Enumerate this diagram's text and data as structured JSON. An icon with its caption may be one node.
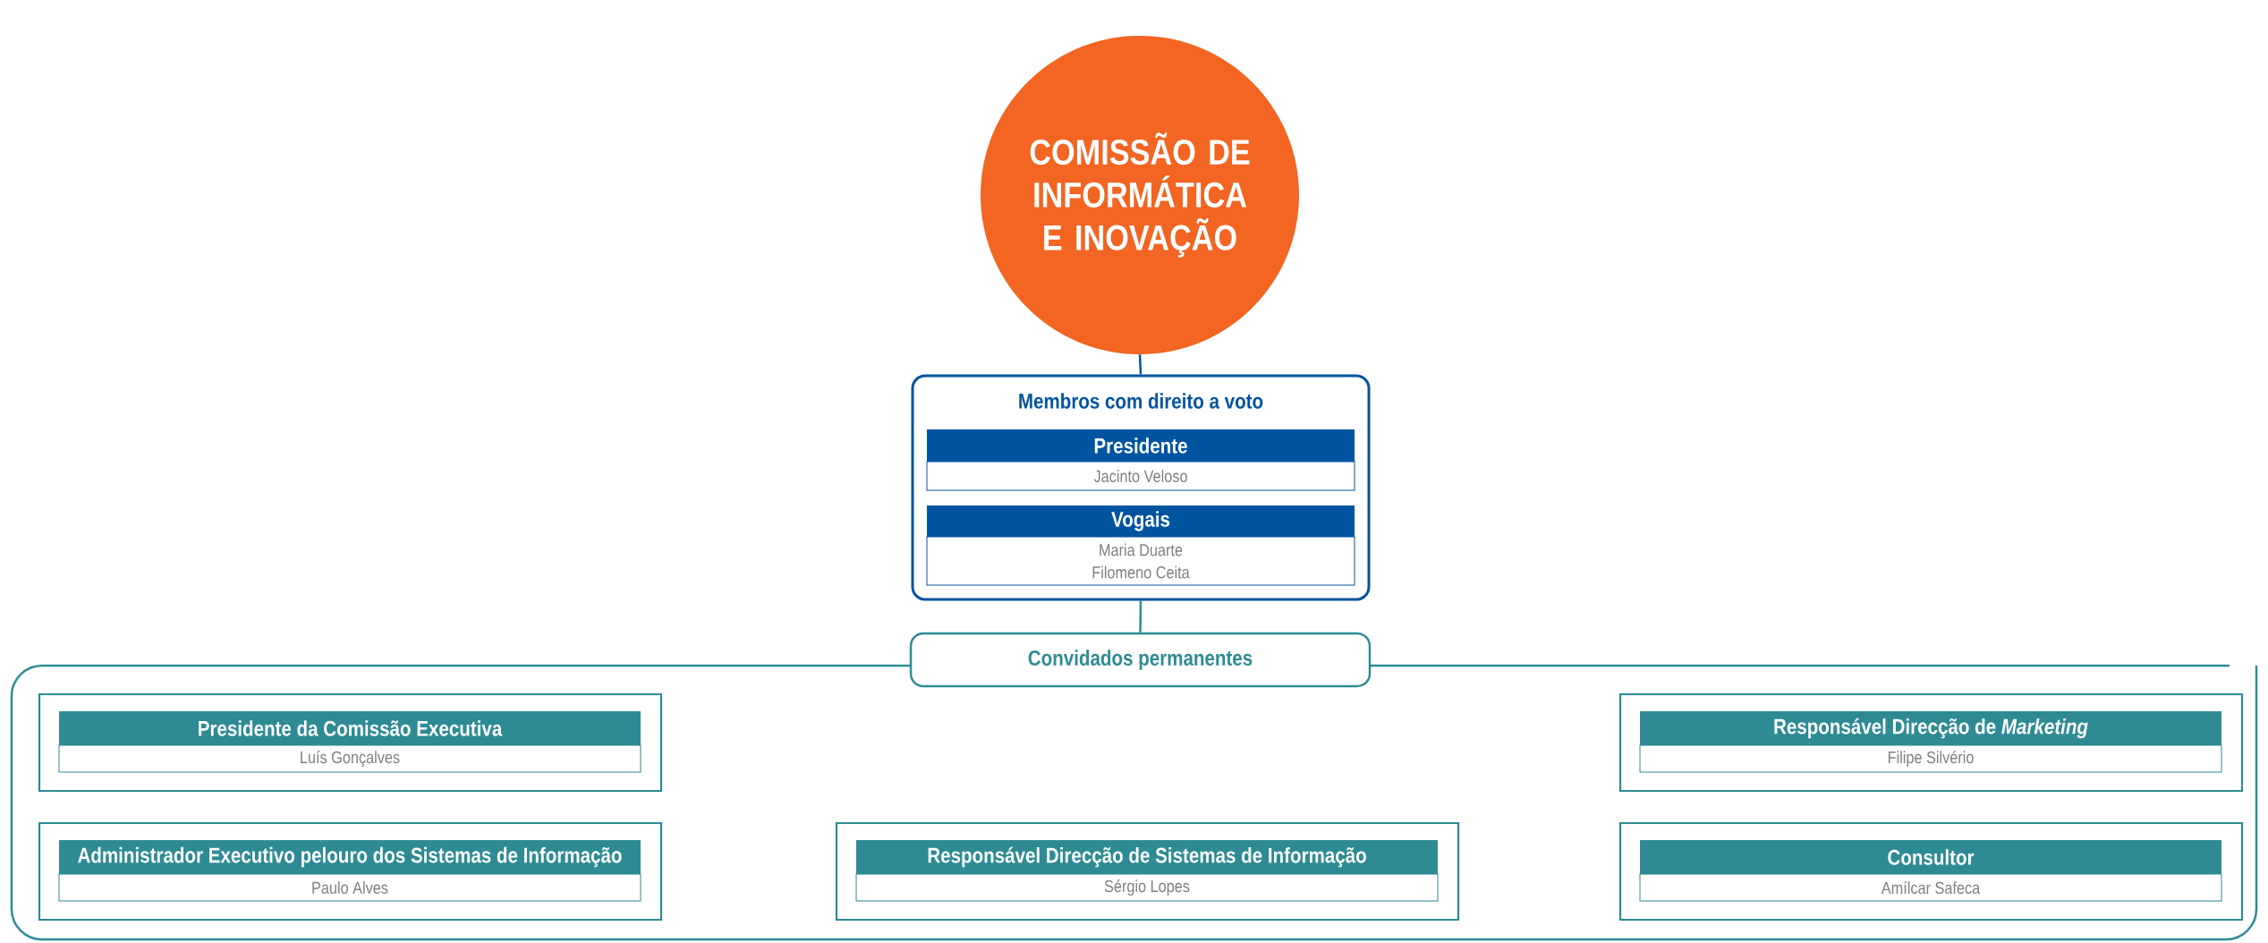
{
  "diagram": {
    "nodes": [
      {
        "text": [
          "COMISSÃO DE INFORMÁTICA E INOVAÇÃO"
        ]
      },
      {
        "text": [
          "Membros com direito a voto"
        ]
      },
      {
        "text": [
          "Presidente",
          "Jacinto Veloso"
        ],
        "in": 1
      },
      {
        "text": [
          "Vogais",
          "Maria Duarte",
          "Filomeno Ceita"
        ],
        "in": 1
      },
      {
        "text": [
          "Convidados permanentes"
        ]
      },
      {
        "text": [
          "Presidente da Comissão Executiva",
          "Luís Gonçalves"
        ],
        "in": 4
      },
      {
        "text": [
          "Responsável Direcção de *Marketing*",
          "Filipe Silvério"
        ],
        "in": 4
      },
      {
        "text": [
          "Administrador Executivo pelouro dos Sistemas de Informação",
          "Paulo Alves"
        ],
        "in": 4
      },
      {
        "text": [
          "Responsável Direcção de Sistemas de Informação",
          "Sérgio Lopes"
        ],
        "in": 4
      },
      {
        "text": [
          "Consultor",
          "Amílcar Safeca"
        ],
        "in": 4
      }
    ],
    "edges": [
      {
        "from": 0,
        "to": 1,
        "arrow": "none"
      },
      {
        "from": 1,
        "to": 4,
        "arrow": "none",
        "color": "#2e8b94"
      }
    ]
  }
}
